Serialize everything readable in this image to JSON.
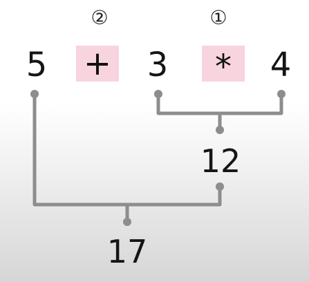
{
  "expression": {
    "operands": [
      "5",
      "3",
      "4"
    ],
    "operators": [
      {
        "symbol": "+",
        "order_label": "②",
        "highlight_color": "#f7d4de"
      },
      {
        "symbol": "*",
        "order_label": "①",
        "highlight_color": "#f7d4de"
      }
    ]
  },
  "results": {
    "first": "12",
    "final": "17"
  },
  "colors": {
    "connector": "#8d8d8d",
    "text": "#151515",
    "operator_highlight": "#f7d4de"
  }
}
